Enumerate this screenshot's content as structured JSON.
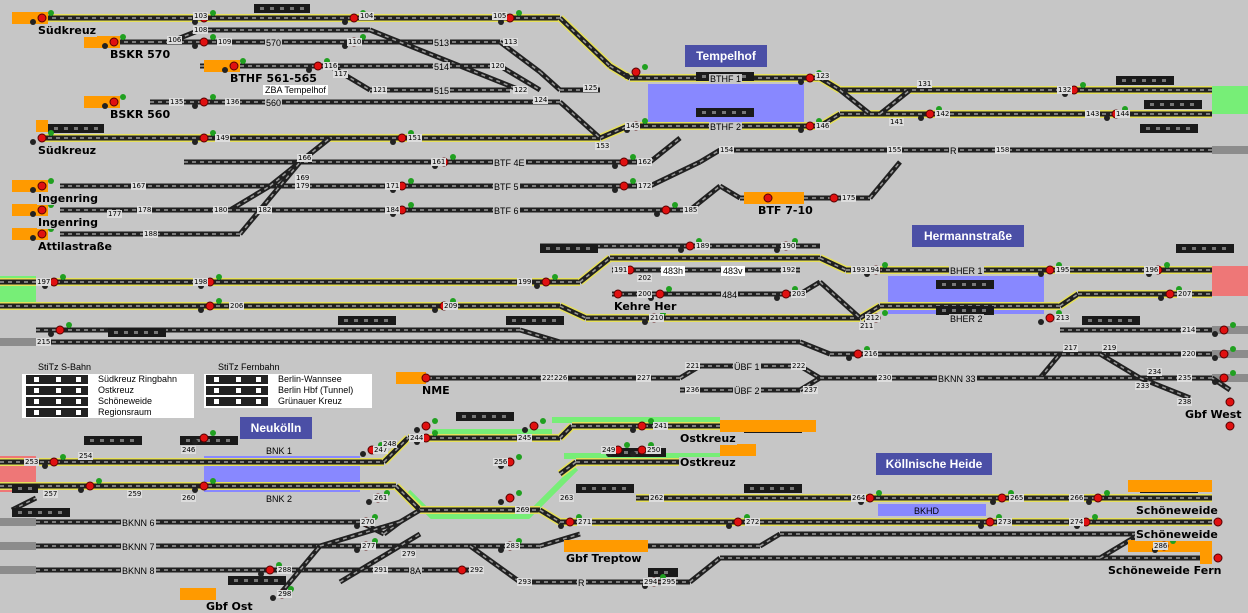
{
  "stations": {
    "tempelhof": "Tempelhof",
    "hermannstrasse": "Hermannstraße",
    "neukoelln": "Neukölln",
    "koellnische_heide": "Köllnische Heide"
  },
  "places": {
    "suedkreuz_1": "Südkreuz",
    "bskr_570": "BSKR 570",
    "bthf_561_565": "BTHF 561-565",
    "bskr_560": "BSKR 560",
    "suedkreuz_2": "Südkreuz",
    "ingenring_1": "Ingenring",
    "ingenring_2": "Ingenring",
    "attilastrasse": "Attilastraße",
    "btf_7_10": "BTF 7-10",
    "kehre_her": "Kehre Her",
    "nme": "NME",
    "gbf_west": "Gbf West",
    "ostkreuz_1": "Ostkreuz",
    "ostkreuz_2": "Ostkreuz",
    "gbf_treptow": "Gbf Treptow",
    "gbf_ost": "Gbf Ost",
    "schoeneweide_1": "Schöneweide",
    "schoeneweide_2": "Schöneweide",
    "schoeneweide_fern": "Schöneweide Fern"
  },
  "tracks": {
    "t570": "570",
    "t513": "513",
    "t514": "514",
    "t515": "515",
    "zba": "ZBA Tempelhof",
    "t560": "560",
    "bthf1": "BTHF 1",
    "bthf2": "BTHF 2",
    "btf4e": "BTF 4E",
    "btf5": "BTF 5",
    "btf6": "BTF 6",
    "r1": "R",
    "t483h": "483h",
    "t483v": "483v",
    "t484": "484",
    "bher1": "BHER 1",
    "bher2": "BHER 2",
    "uebf1": "ÜBF 1",
    "uebf2": "ÜBF 2",
    "bknn33": "BKNN 33",
    "bnk1": "BNK 1",
    "bnk2": "BNK 2",
    "bknn6": "BKNN 6",
    "bknn7": "BKNN 7",
    "bknn8": "BKNN 8",
    "t8a": "8A",
    "r2": "R",
    "bkhd": "BKHD"
  },
  "numbers": {
    "n103": "103",
    "n104": "104",
    "n105": "105",
    "n106": "106",
    "n108": "108",
    "n109": "109",
    "n110": "110",
    "n113": "113",
    "n116": "116",
    "n117": "117",
    "n120": "120",
    "n121": "121",
    "n122": "122",
    "n123": "123",
    "n124": "124",
    "n125": "125",
    "n131": "131",
    "n132": "132",
    "n135": "135",
    "n136": "136",
    "n141": "141",
    "n142": "142",
    "n143": "143",
    "n144": "144",
    "n145": "145",
    "n146": "146",
    "n149": "149",
    "n151": "151",
    "n153": "153",
    "n154": "154",
    "n155": "155",
    "n158": "158",
    "n161": "161",
    "n162": "162",
    "n166": "166",
    "n167": "167",
    "n169": "169",
    "n171": "171",
    "n172": "172",
    "n175": "175",
    "n177": "177",
    "n178": "178",
    "n179": "179",
    "n180": "180",
    "n182": "182",
    "n184": "184",
    "n185": "185",
    "n188": "188",
    "n189": "189",
    "n190": "190",
    "n191": "191",
    "n192": "192",
    "n193": "193",
    "n194": "194",
    "n195": "195",
    "n196": "196",
    "n197": "197",
    "n198": "198",
    "n199": "199",
    "n200": "200",
    "n202": "202",
    "n203": "203",
    "n206": "206",
    "n207": "207",
    "n209": "209",
    "n210": "210",
    "n211": "211",
    "n212": "212",
    "n213": "213",
    "n214": "214",
    "n215": "215",
    "n216": "216",
    "n217": "217",
    "n219": "219",
    "n220": "220",
    "n221": "221",
    "n222": "222",
    "n225": "225",
    "n226": "226",
    "n227": "227",
    "n230": "230",
    "n233": "233",
    "n234": "234",
    "n235": "235",
    "n236": "236",
    "n237": "237",
    "n238": "238",
    "n241": "241",
    "n244": "244",
    "n245": "245",
    "n246": "246",
    "n247": "247",
    "n248": "248",
    "n249": "249",
    "n250": "250",
    "n253": "253",
    "n254": "254",
    "n256": "256",
    "n257": "257",
    "n259": "259",
    "n260": "260",
    "n261": "261",
    "n262": "262",
    "n263": "263",
    "n264": "264",
    "n265": "265",
    "n266": "266",
    "n269": "269",
    "n270": "270",
    "n271": "271",
    "n272": "272",
    "n273": "273",
    "n274": "274",
    "n277": "277",
    "n279": "279",
    "n283": "283",
    "n286": "286",
    "n288": "288",
    "n291": "291",
    "n292": "292",
    "n293": "293",
    "n294": "294",
    "n295": "295",
    "n298": "298"
  },
  "legend": {
    "sbahn_header": "StiTz S-Bahn",
    "fernbahn_header": "StiTz Fernbahn",
    "sbahn_items": [
      "Südkreuz Ringbahn",
      "Ostkreuz",
      "Schöneweide",
      "Regionsraum"
    ],
    "fernbahn_items": [
      "Berlin-Wannsee",
      "Berlin Hbf (Tunnel)",
      "Grünauer Kreuz"
    ]
  },
  "colors": {
    "background": "#c6c6c6",
    "track_dark": "#202020",
    "track_yellow": "#e6e05a",
    "platform_blue": "#8888ff",
    "station_box": "#4b4fa6",
    "signal_red": "#e01010",
    "signal_green": "#20a020",
    "berth_orange": "#ff9a00",
    "entry_green": "#77ee77",
    "entry_red": "#ee7777",
    "exit_gray": "#8c8c8c"
  }
}
